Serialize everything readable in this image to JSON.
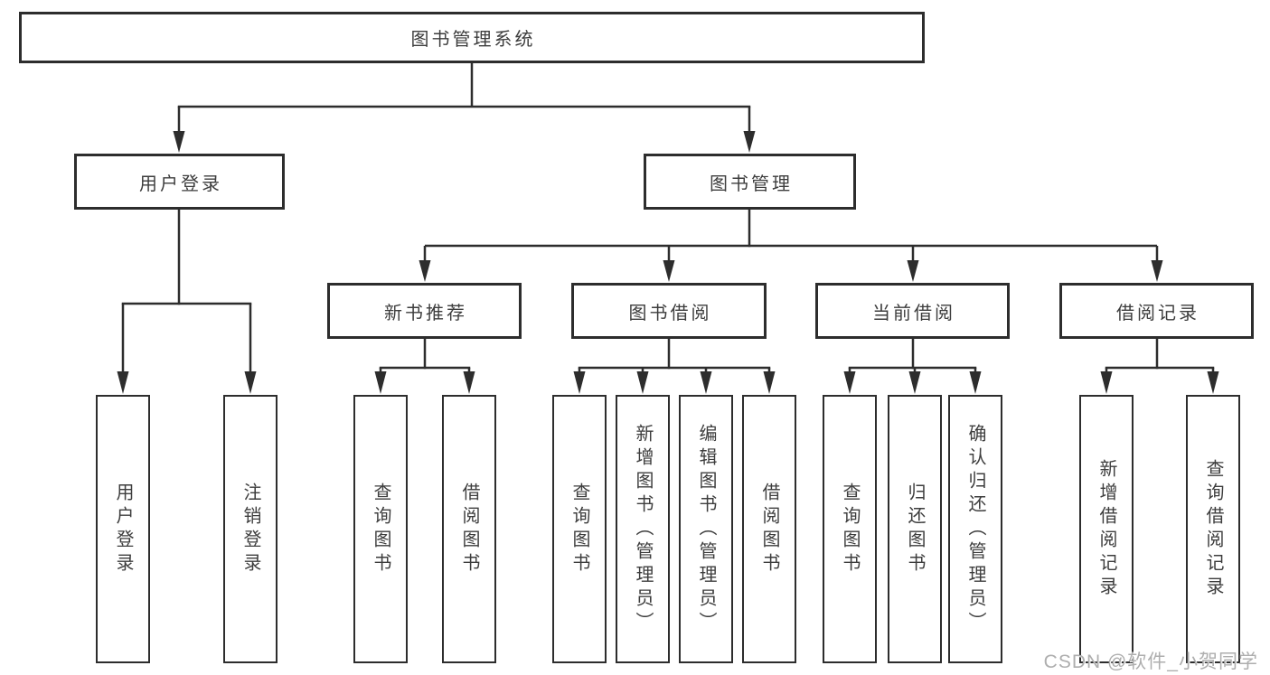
{
  "colors": {
    "line": "#2d2d2d",
    "box_border": "#2d2d2d",
    "text": "#3d3d3d",
    "watermark": "#aeaeae",
    "background": "#ffffff"
  },
  "watermark": {
    "text": "CSDN @软件_小贺同学"
  },
  "tree": {
    "root": {
      "label": "图书管理系统",
      "children": [
        {
          "label": "用户登录",
          "children": [
            {
              "label": "用户登录"
            },
            {
              "label": "注销登录"
            }
          ]
        },
        {
          "label": "图书管理",
          "children": [
            {
              "label": "新书推荐",
              "children": [
                {
                  "label": "查询图书"
                },
                {
                  "label": "借阅图书"
                }
              ]
            },
            {
              "label": "图书借阅",
              "children": [
                {
                  "label": "查询图书"
                },
                {
                  "label": "新增图书（管理员）"
                },
                {
                  "label": "编辑图书（管理员）"
                },
                {
                  "label": "借阅图书"
                }
              ]
            },
            {
              "label": "当前借阅",
              "children": [
                {
                  "label": "查询图书"
                },
                {
                  "label": "归还图书"
                },
                {
                  "label": "确认归还（管理员）"
                }
              ]
            },
            {
              "label": "借阅记录",
              "children": [
                {
                  "label": "新增借阅记录"
                },
                {
                  "label": "查询借阅记录"
                }
              ]
            }
          ]
        }
      ]
    }
  }
}
